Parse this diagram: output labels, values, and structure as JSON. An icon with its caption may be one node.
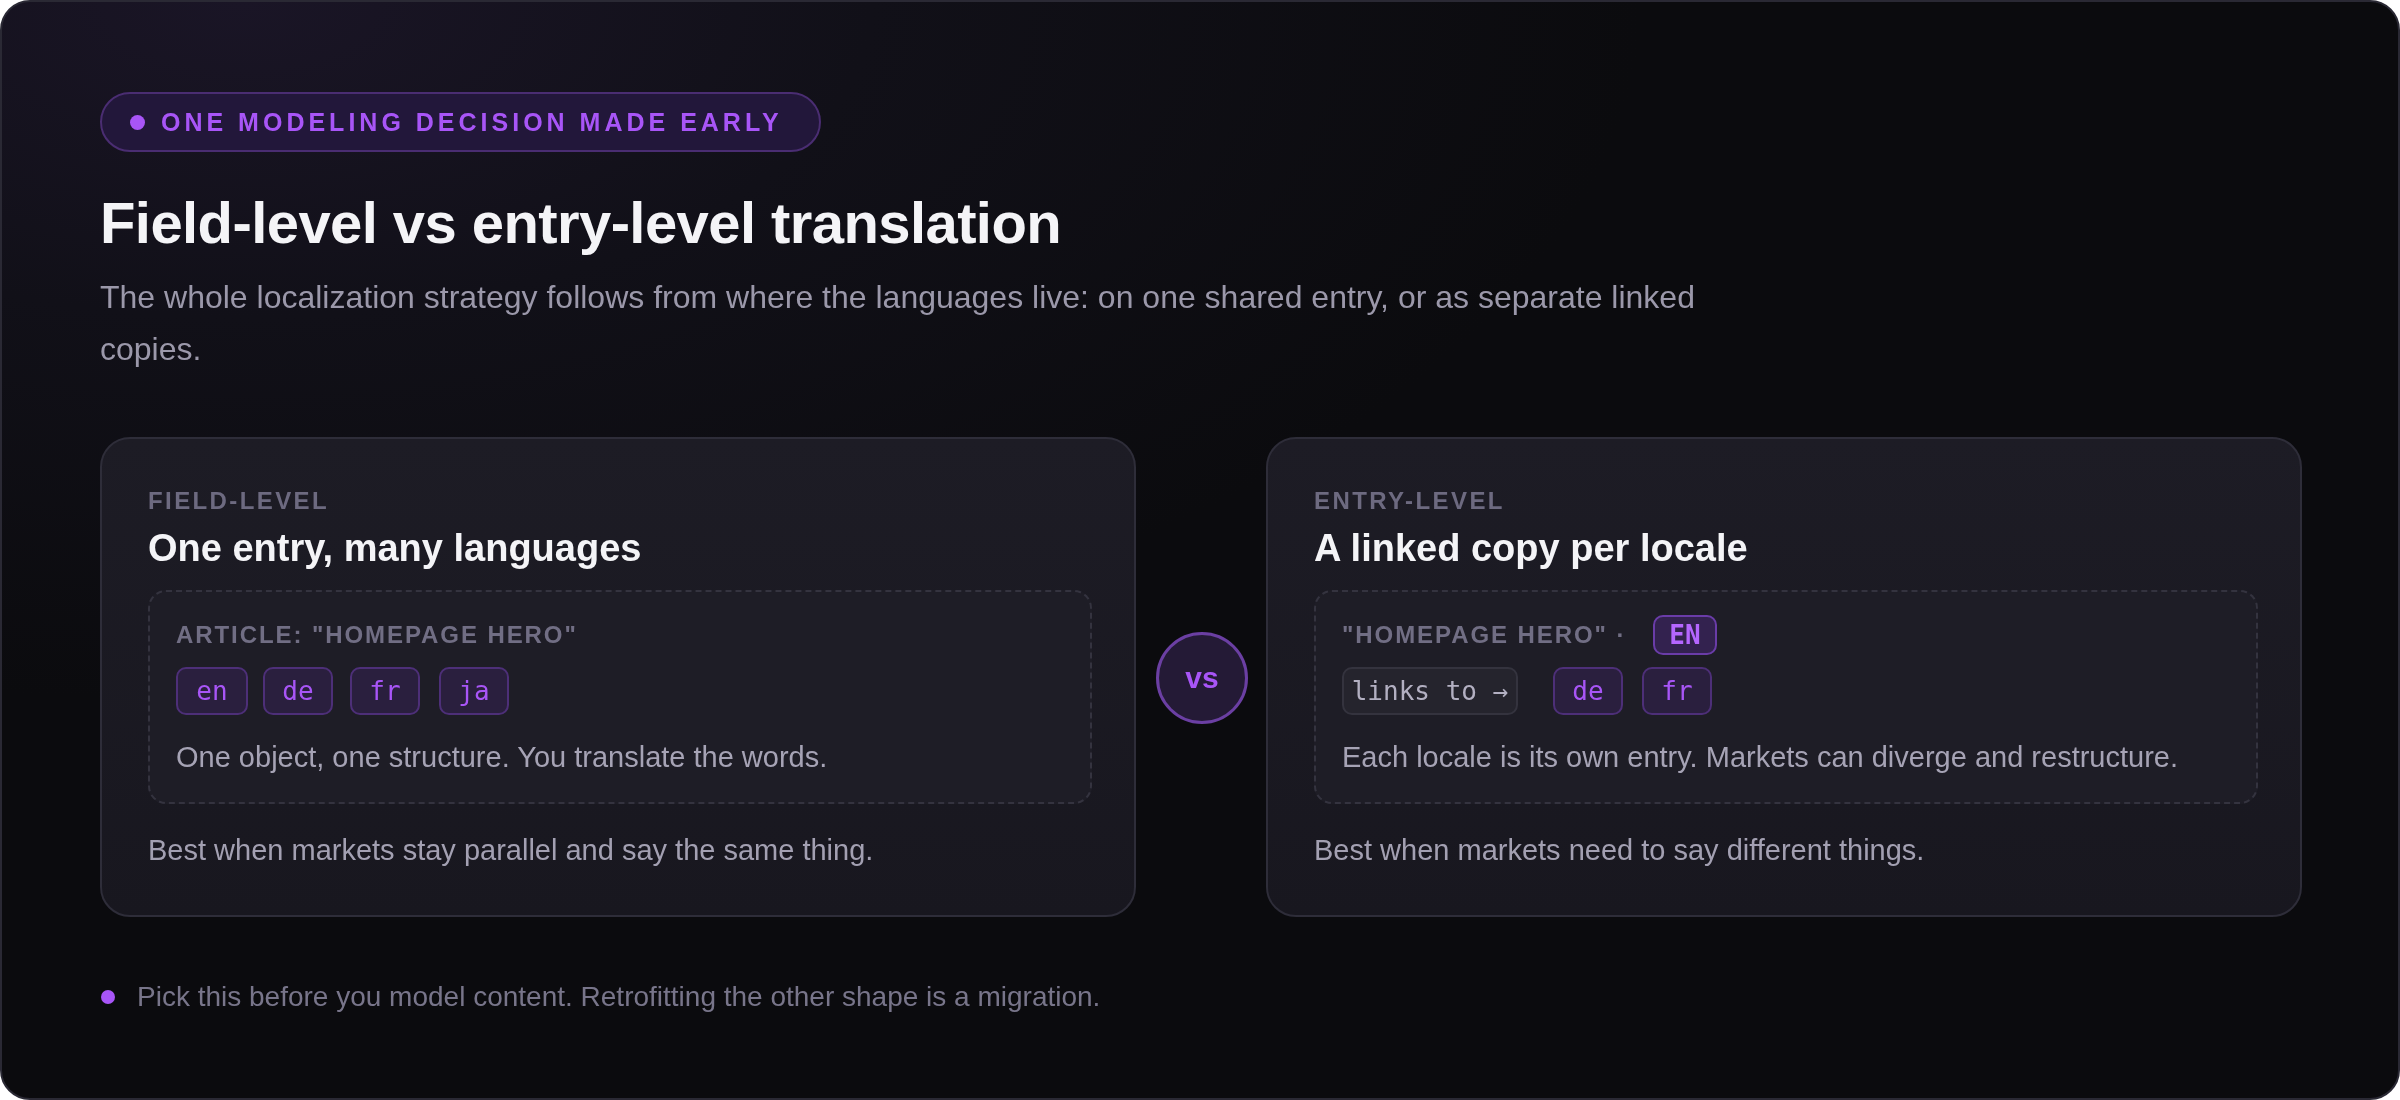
{
  "diagram": {
    "title": "Field-level vs entry-level translation",
    "nodes": [
      {
        "text": [
          "ONE MODELING DECISION MADE EARLY"
        ]
      },
      {
        "text": [
          "FIELD-LEVEL",
          "One entry, many languages",
          "Best when markets stay parallel and say the same thing."
        ]
      },
      {
        "text": [
          "ARTICLE: \"HOMEPAGE HERO\"",
          "One object, one structure. You translate the words."
        ],
        "in": 1
      },
      {
        "text": [
          "en"
        ],
        "in": 2
      },
      {
        "text": [
          "de"
        ],
        "in": 2
      },
      {
        "text": [
          "fr"
        ],
        "in": 2
      },
      {
        "text": [
          "ja"
        ],
        "in": 2
      },
      {
        "text": [
          "vs"
        ]
      },
      {
        "text": [
          "ENTRY-LEVEL",
          "A linked copy per locale",
          "Best when markets need to say different things."
        ]
      },
      {
        "text": [
          "\"HOMEPAGE HERO\" ·",
          "Each locale is its own entry. Markets can diverge and restructure."
        ],
        "in": 8
      },
      {
        "text": [
          "EN"
        ],
        "in": 9
      },
      {
        "text": [
          "links to →"
        ],
        "in": 9
      },
      {
        "text": [
          "de"
        ],
        "in": 9
      },
      {
        "text": [
          "fr"
        ],
        "in": 9
      }
    ],
    "labels": [
      "The whole localization strategy follows from where the languages live: on one shared entry, or as separate linked copies.",
      "Pick this before you model content. Retrofitting the other shape is a migration."
    ]
  }
}
